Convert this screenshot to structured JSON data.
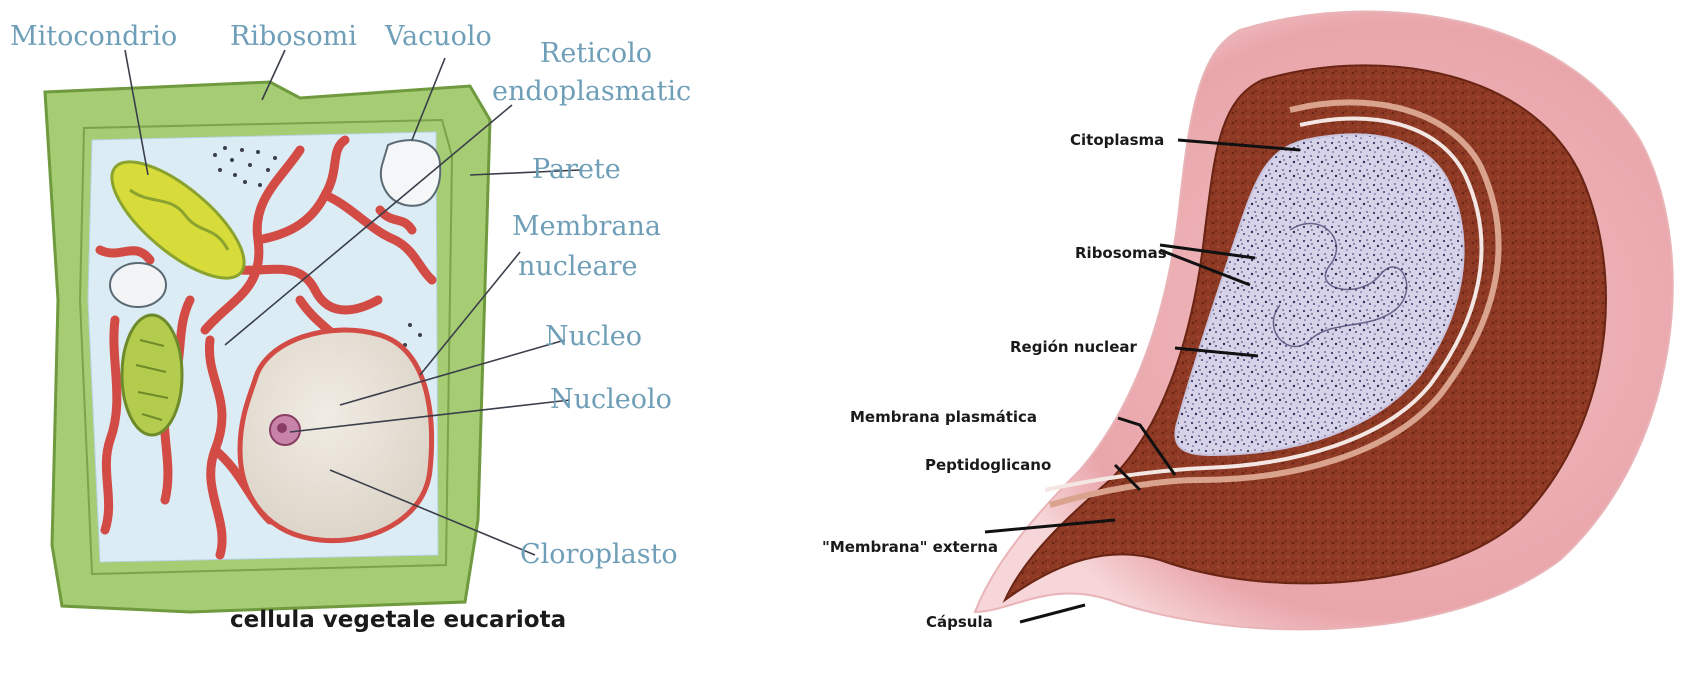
{
  "plant_cell": {
    "caption": "cellula vegetale eucariota",
    "labels": {
      "mitocondrio": "Mitocondrio",
      "ribosomi": "Ribosomi",
      "vacuolo": "Vacuolo",
      "reticolo_1": "Reticolo",
      "reticolo_2": "endoplasmatic",
      "parete": "Parete",
      "membrana_1": "Membrana",
      "membrana_2": "nucleare",
      "nucleo": "Nucleo",
      "nucleolo": "Nucleolo",
      "cloroplasto": "Cloroplasto"
    },
    "colors": {
      "wall": "#9cc46a",
      "wall_dark": "#6f9a3e",
      "cytoplasm": "#dcecf4",
      "er": "#d24b45",
      "mitochondrion": "#d8dc3a",
      "nucleus": "#e9e3d9",
      "label": "#6f9fb8"
    }
  },
  "bacterial_cell": {
    "labels": {
      "citoplasma": "Citoplasma",
      "ribosomas": "Ribosomas",
      "region_nuclear": "Región nuclear",
      "membrana_plasmatica": "Membrana plasmática",
      "peptidoglicano": "Peptidoglicano",
      "membrana_externa": "\"Membrana\" externa",
      "capsula": "Cápsula"
    },
    "colors": {
      "capsule": "#e6a4a8",
      "wall": "#8a3522",
      "cytoplasm": "#d9d6ea",
      "speckle": "#3c3566"
    }
  }
}
